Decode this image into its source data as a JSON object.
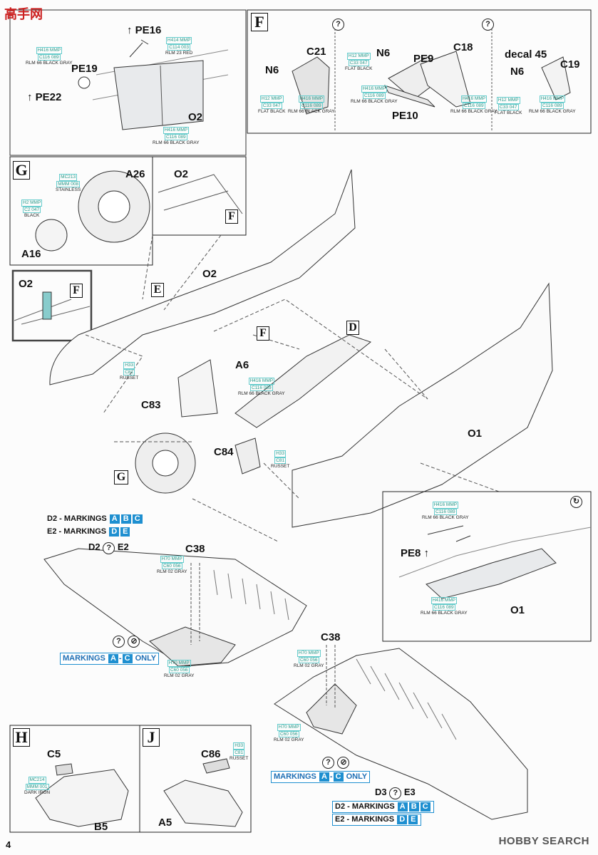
{
  "page": {
    "number": "4",
    "watermark": "HOBBY SEARCH",
    "logo_text": "高手网"
  },
  "sections": {
    "F": "F",
    "G": "G",
    "H": "H",
    "J": "J",
    "D": "D",
    "E": "E"
  },
  "parts": {
    "pe16": "PE16",
    "pe19": "PE19",
    "pe22": "PE22",
    "o2": "O2",
    "o1": "O1",
    "n6": "N6",
    "c21": "C21",
    "pe9": "PE9",
    "c18": "C18",
    "pe10": "PE10",
    "decal45": "decal 45",
    "c19": "C19",
    "a26": "A26",
    "a16": "A16",
    "a6": "A6",
    "c83": "C83",
    "c84": "C84",
    "pe8": "PE8",
    "c38": "C38",
    "c5": "C5",
    "b5": "B5",
    "c86": "C86",
    "a5": "A5"
  },
  "paints": {
    "rlm66": {
      "code1": "H416 MMP",
      "code2": "C116  089",
      "name": "RLM 66 BLACK GRAY"
    },
    "rlm23": {
      "code1": "H414 MMP",
      "code2": "C114  003",
      "name": "RLM 23 RED"
    },
    "flatblack": {
      "code1": "H12 MMP",
      "code2": "C33  047",
      "name": "FLAT BLACK"
    },
    "stainless": {
      "code1": "MC213",
      "code2": "MMM 008",
      "name": "STAINLESS"
    },
    "black": {
      "code1": "H2 MMP",
      "code2": "C2  047",
      "name": "BLACK"
    },
    "russet": {
      "code1": "H33",
      "code2": "C81",
      "name": "RUSSET"
    },
    "rlm02": {
      "code1": "H70 MMP",
      "code2": "C60  056",
      "name": "RLM 02 GRAY"
    },
    "darkiron": {
      "code1": "MC214",
      "code2": "MMM 001",
      "name": "DARK IRON"
    }
  },
  "markings": {
    "d2_label": "D2 - MARKINGS",
    "e2_label": "E2 - MARKINGS",
    "d3_label": "D2 - MARKINGS",
    "e3_label": "E2 - MARKINGS",
    "only_label": "MARKINGS",
    "only_suffix": "ONLY",
    "a": "A",
    "b": "B",
    "c": "C",
    "d": "D",
    "e": "E",
    "d2e2": "D2",
    "e2": "E2",
    "d3": "D3",
    "e3": "E3"
  },
  "symbols": {
    "question": "?",
    "rotate": "↻",
    "arrow": "↑"
  }
}
